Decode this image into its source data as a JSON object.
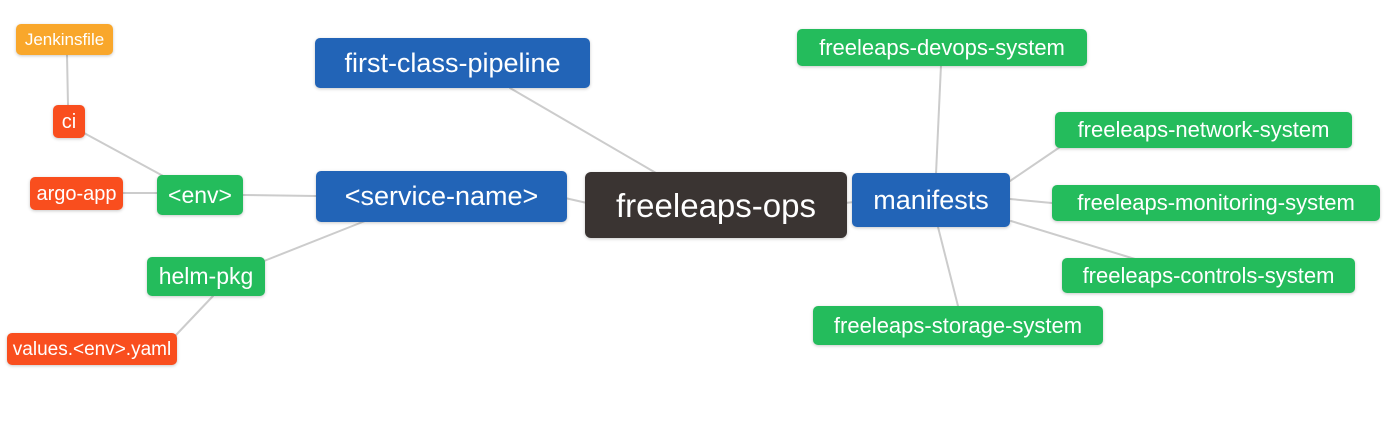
{
  "diagram": {
    "background": "#ffffff",
    "edge_color": "#cccccc",
    "palette": {
      "root": "#3a3432",
      "primary": "#2264b7",
      "secondary": "#24bc5c",
      "accent": "#f94e1e",
      "file": "#f9a72b",
      "text": "#ffffff"
    },
    "nodes": [
      {
        "id": "jenkinsfile",
        "label": "Jenkinsfile",
        "type": "file"
      },
      {
        "id": "ci",
        "label": "ci",
        "type": "accent"
      },
      {
        "id": "argo-app",
        "label": "argo-app",
        "type": "accent"
      },
      {
        "id": "env",
        "label": "<env>",
        "type": "secondary"
      },
      {
        "id": "helm-pkg",
        "label": "helm-pkg",
        "type": "secondary"
      },
      {
        "id": "values-env-yaml",
        "label": "values.<env>.yaml",
        "type": "accent"
      },
      {
        "id": "first-class-pipeline",
        "label": "first-class-pipeline",
        "type": "primary"
      },
      {
        "id": "service-name",
        "label": "<service-name>",
        "type": "primary"
      },
      {
        "id": "freeleaps-ops",
        "label": "freeleaps-ops",
        "type": "root"
      },
      {
        "id": "manifests",
        "label": "manifests",
        "type": "primary"
      },
      {
        "id": "freeleaps-devops-system",
        "label": "freeleaps-devops-system",
        "type": "secondary"
      },
      {
        "id": "freeleaps-network-system",
        "label": "freeleaps-network-system",
        "type": "secondary"
      },
      {
        "id": "freeleaps-monitoring-system",
        "label": "freeleaps-monitoring-system",
        "type": "secondary"
      },
      {
        "id": "freeleaps-controls-system",
        "label": "freeleaps-controls-system",
        "type": "secondary"
      },
      {
        "id": "freeleaps-storage-system",
        "label": "freeleaps-storage-system",
        "type": "secondary"
      }
    ]
  }
}
